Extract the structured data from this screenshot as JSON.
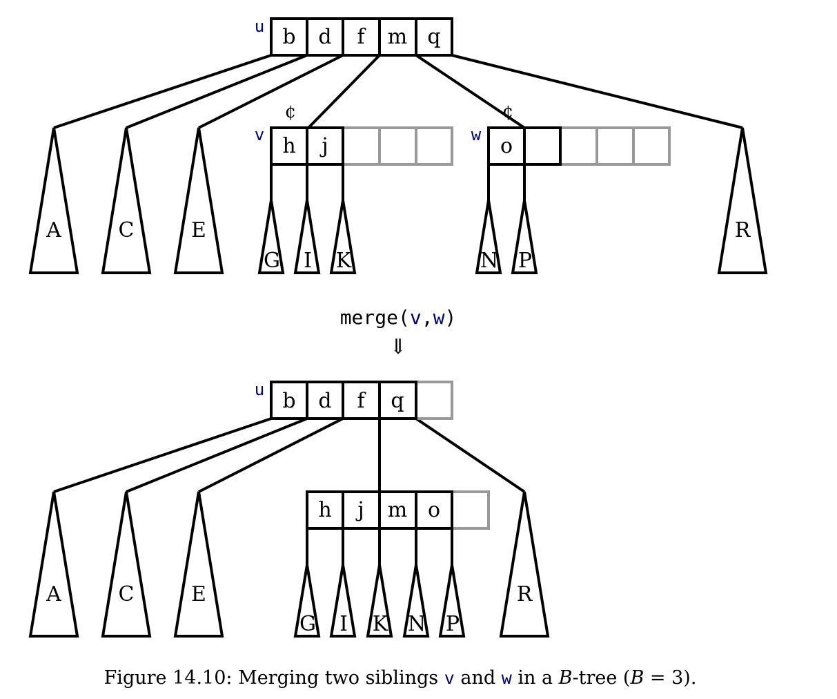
{
  "before": {
    "u": {
      "label": "u",
      "keys": [
        "b",
        "d",
        "f",
        "m",
        "q"
      ]
    },
    "v": {
      "label": "v",
      "keys": [
        "h",
        "j"
      ]
    },
    "w": {
      "label": "w",
      "keys": [
        "o"
      ]
    },
    "subtrees": [
      "A",
      "C",
      "E",
      "G",
      "I",
      "K",
      "N",
      "P",
      "R"
    ],
    "markers": [
      "¢",
      "¢"
    ]
  },
  "operation": {
    "name": "merge",
    "args": [
      "v",
      "w"
    ],
    "arrow": "⇓"
  },
  "after": {
    "u": {
      "label": "u",
      "keys": [
        "b",
        "d",
        "f",
        "q"
      ]
    },
    "merged": {
      "keys": [
        "h",
        "j",
        "m",
        "o"
      ]
    },
    "subtrees": [
      "A",
      "C",
      "E",
      "G",
      "I",
      "K",
      "N",
      "P",
      "R"
    ]
  },
  "caption": {
    "prefix": "Figure 14.10: Merging two siblings ",
    "v": "v",
    "and": " and ",
    "w": "w",
    "middle": " in a ",
    "b_italic": "B",
    "tree": "-tree (",
    "b2_italic": "B",
    "suffix": " = 3)."
  }
}
